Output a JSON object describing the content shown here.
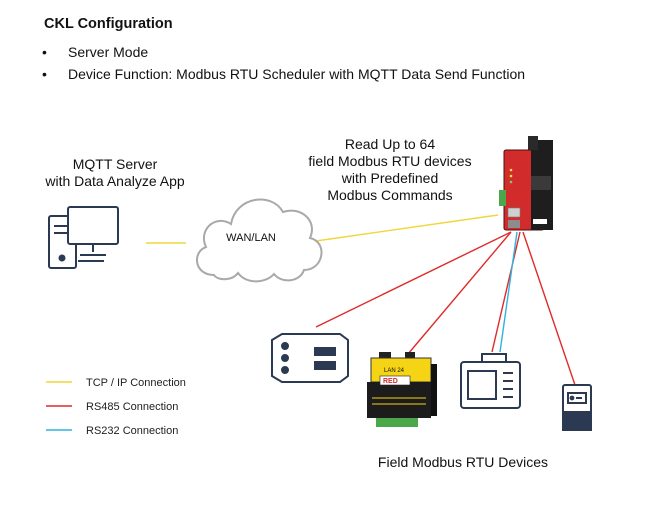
{
  "title": "CKL Configuration",
  "bullets": [
    "Server Mode",
    "Device Function: Modbus RTU Scheduler with MQTT Data Send Function"
  ],
  "server_label": [
    "MQTT Server",
    "with Data Analyze App"
  ],
  "cloud_label": "WAN/LAN",
  "gateway_label": [
    "Read Up to 64",
    "field Modbus RTU devices",
    "with Predefined",
    "Modbus Commands"
  ],
  "field_label": "Field Modbus RTU Devices",
  "device_badge": "RED",
  "device_model": "LAN 24",
  "legend": [
    {
      "label": "TCP / IP Connection",
      "color": "#f2d53c"
    },
    {
      "label": "RS485 Connection",
      "color": "#e02a2a"
    },
    {
      "label": "RS232 Connection",
      "color": "#2fb3e0"
    }
  ],
  "colors": {
    "tcp": "#f2d53c",
    "rs485": "#e02a2a",
    "rs232": "#2fb3e0",
    "icon_stroke": "#2b3a52"
  }
}
